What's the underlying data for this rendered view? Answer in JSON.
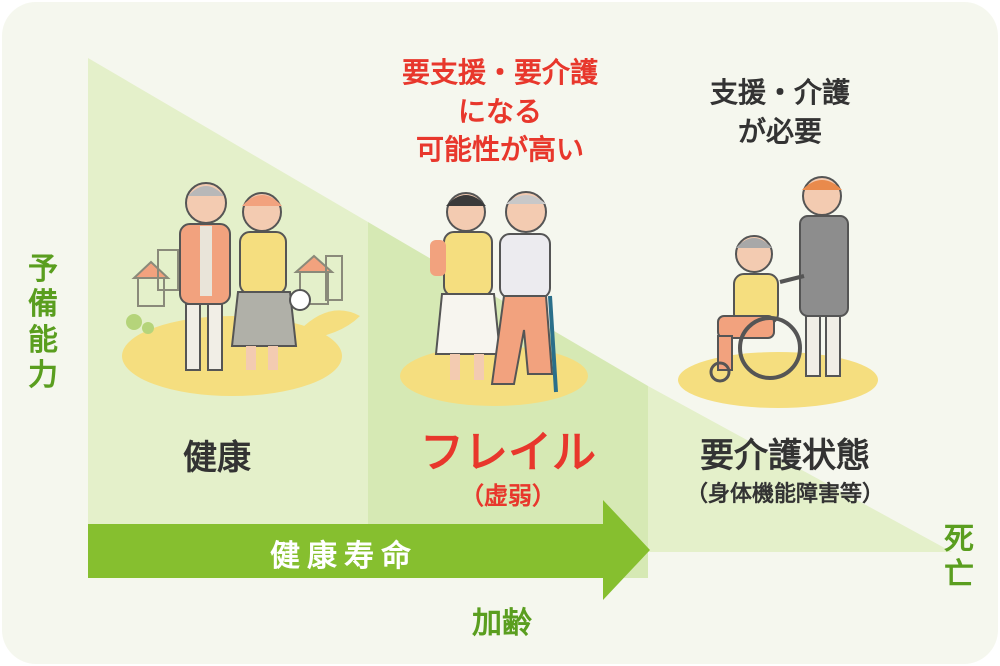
{
  "colors": {
    "panel_bg": "#f5f7ee",
    "triangle_light": "#e4f0ca",
    "triangle_mid": "#d6e9b4",
    "arrow_green": "#86bf2f",
    "green_text": "#5a9e1f",
    "red_text": "#e8372c",
    "dark_text": "#333333",
    "ground_yellow": "#f5de7f"
  },
  "axis_y": {
    "label": "予備能力"
  },
  "axis_x": {
    "label": "加齢"
  },
  "end_label": "死亡",
  "arrow": {
    "label": "健康寿命"
  },
  "stages": [
    {
      "name": "健康",
      "sub": "",
      "illustration": "healthy-elderly-couple-walking"
    },
    {
      "name": "フレイル",
      "sub": "（虚弱）",
      "note_lines": [
        "要支援・要介護",
        "になる",
        "可能性が高い"
      ],
      "illustration": "frail-elderly-with-cane-and-helper"
    },
    {
      "name": "要介護状態",
      "sub": "（身体機能障害等）",
      "note_lines": [
        "支援・介護",
        "が必要"
      ],
      "illustration": "caregiver-pushing-wheelchair"
    }
  ]
}
